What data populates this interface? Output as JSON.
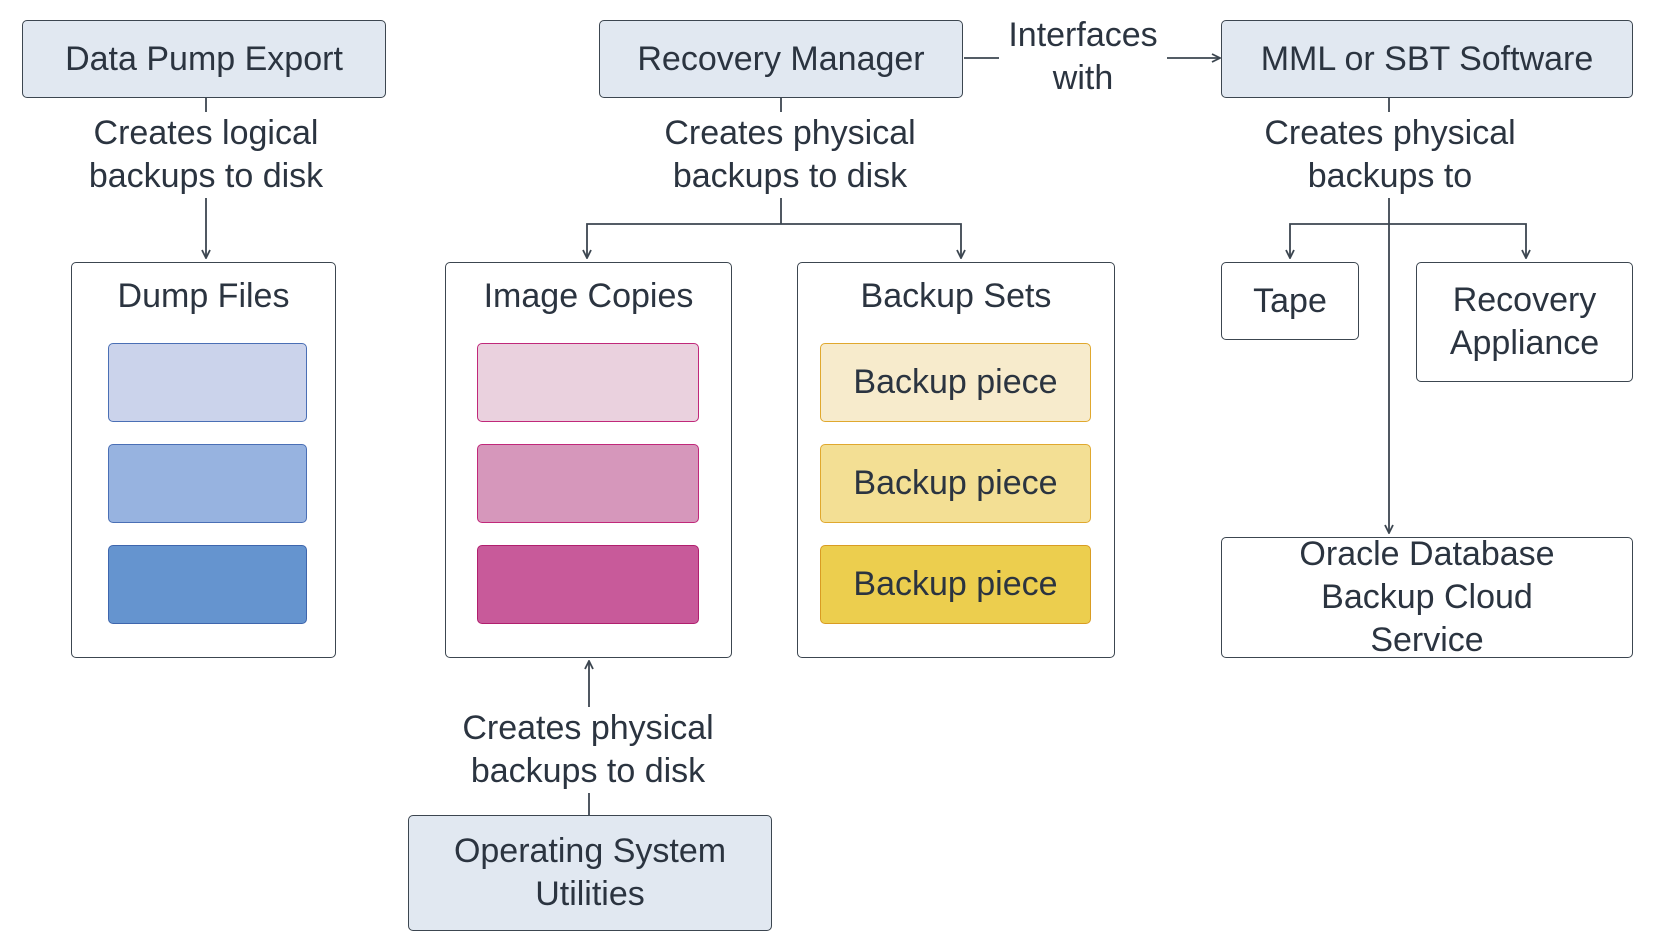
{
  "nodes": {
    "data_pump_export": "Data Pump Export",
    "recovery_manager": "Recovery Manager",
    "mml_sbt": "MML or SBT Software",
    "operating_system_utilities": "Operating System Utilities",
    "tape": "Tape",
    "recovery_appliance": "Recovery Appliance",
    "oracle_cloud": "Oracle Database Backup Cloud Service"
  },
  "containers": {
    "dump_files": {
      "title": "Dump Files",
      "slot_colors": [
        "#cbd3eb",
        "#97b3e0",
        "#6594cf"
      ],
      "slot_borders": [
        "#4a6fb5",
        "#4a6fb5",
        "#3e66ad"
      ]
    },
    "image_copies": {
      "title": "Image Copies",
      "slot_colors": [
        "#ead1de",
        "#d697bb",
        "#c85a9a"
      ],
      "slot_borders": [
        "#c0287a",
        "#c0287a",
        "#b01f6e"
      ]
    },
    "backup_sets": {
      "title": "Backup Sets",
      "pieces": [
        "Backup piece",
        "Backup piece",
        "Backup piece"
      ],
      "slot_colors": [
        "#f7ebcc",
        "#f3df94",
        "#ecce4e"
      ],
      "slot_borders": [
        "#e0a82e",
        "#e0a82e",
        "#d99c22"
      ]
    }
  },
  "edge_labels": {
    "creates_logical": "Creates logical backups to disk",
    "creates_physical_disk": "Creates physical backups to disk",
    "interfaces_with": "Interfaces with",
    "creates_physical_to": "Creates physical backups to",
    "os_creates_physical_disk": "Creates physical backups to disk"
  },
  "colors": {
    "source_fill": "#e1e8f1",
    "stroke": "#3c4650",
    "text": "#2b3440"
  }
}
